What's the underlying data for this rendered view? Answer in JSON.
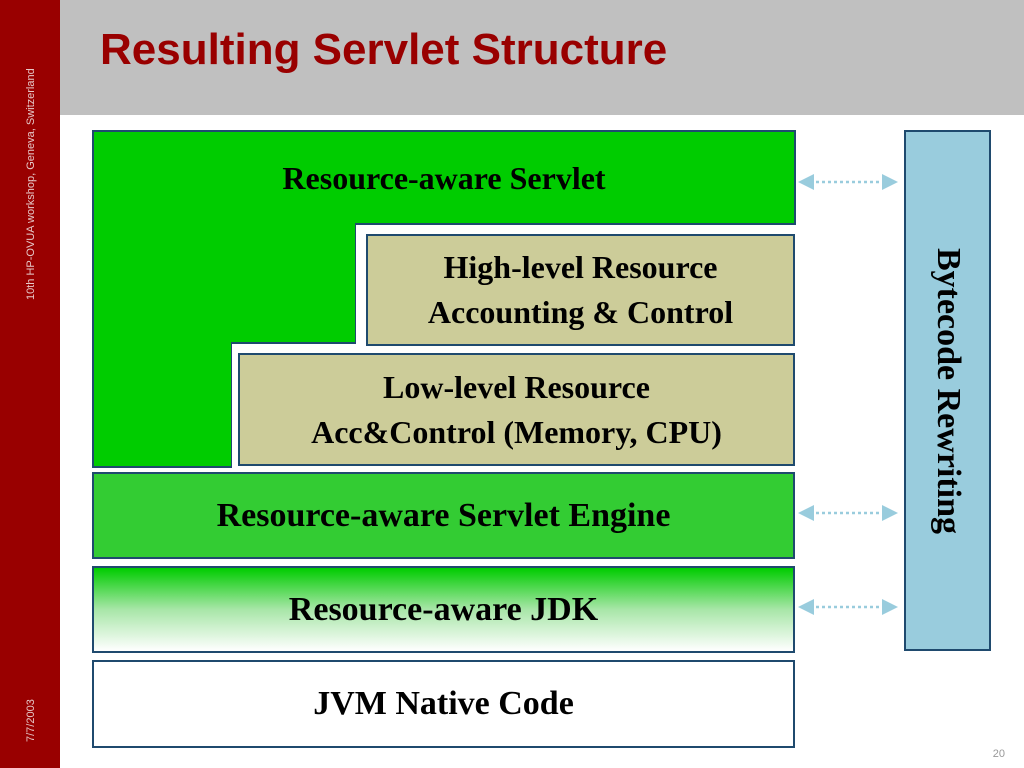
{
  "slide": {
    "title": "Resulting Servlet Structure",
    "page_number": "20"
  },
  "sidebar": {
    "workshop": "10th HP-OVUA workshop, Geneva, Switzerland",
    "date": "7/7/2003"
  },
  "diagram": {
    "servlet": "Resource-aware Servlet",
    "high_level": [
      "High-level Resource",
      "Accounting & Control"
    ],
    "low_level": [
      "Low-level Resource",
      "Acc&Control (Memory, CPU)"
    ],
    "engine": "Resource-aware Servlet Engine",
    "jdk": "Resource-aware JDK",
    "native": "JVM Native Code",
    "bytecode": "Bytecode Rewriting",
    "colors": {
      "green": "#00cc00",
      "engine_green": "#33cc33",
      "tan": "#cccc99",
      "bytecode_blue": "#99ccdd",
      "border": "#1f4a6e",
      "arrow": "#99ccdd",
      "title_red": "#990000",
      "sidebar_red": "#990000",
      "header_gray": "#c0c0c0"
    }
  }
}
